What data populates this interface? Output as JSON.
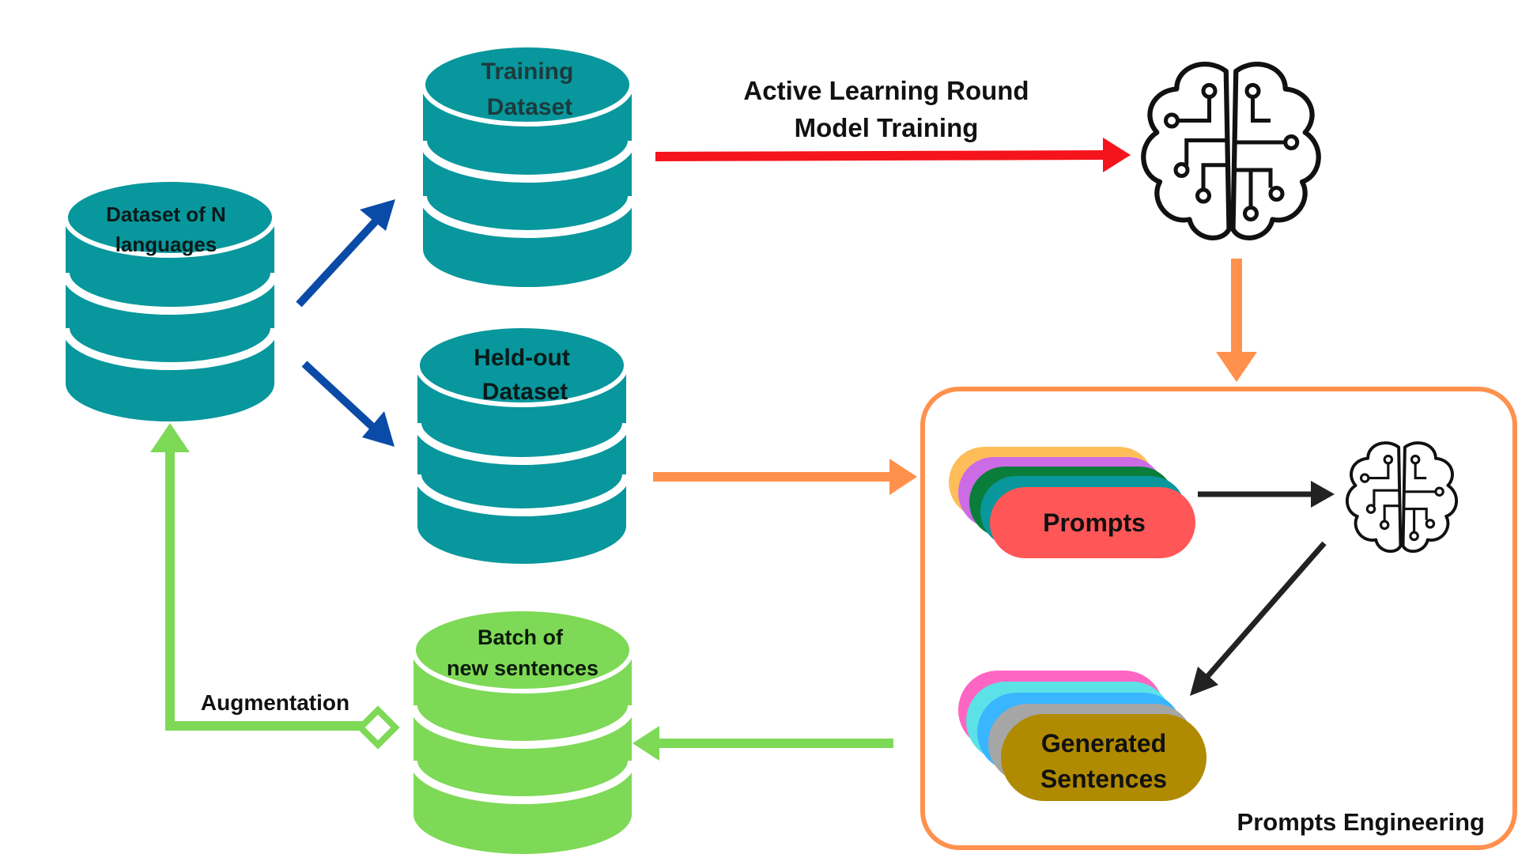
{
  "databases": {
    "source": {
      "line1": "Dataset of N",
      "line2": "languages",
      "color": "#08979c"
    },
    "training": {
      "line1": "Training",
      "line2": "Dataset",
      "color": "#08979c"
    },
    "heldout": {
      "line1": "Held-out",
      "line2": "Dataset",
      "color": "#08979c"
    },
    "batch": {
      "line1": "Batch of",
      "line2": "new sentences",
      "color": "#7ed957"
    }
  },
  "edges": {
    "training_label_line1": "Active Learning Round",
    "training_label_line2": "Model Training",
    "augmentation_label": "Augmentation"
  },
  "prompts_panel": {
    "title": "Prompts Engineering",
    "prompts_label": "Prompts",
    "generated_line1": "Generated",
    "generated_line2": "Sentences"
  },
  "colors": {
    "blue_arrow": "#0b4ba8",
    "red_arrow": "#f5141b",
    "orange": "#ff914d",
    "green": "#7ed957",
    "black_arrow": "#222222",
    "prompts_card": "#ff5757",
    "generated_card": "#b08a00"
  },
  "icons": [
    "brain-circuit-icon-large",
    "brain-circuit-icon-small"
  ]
}
